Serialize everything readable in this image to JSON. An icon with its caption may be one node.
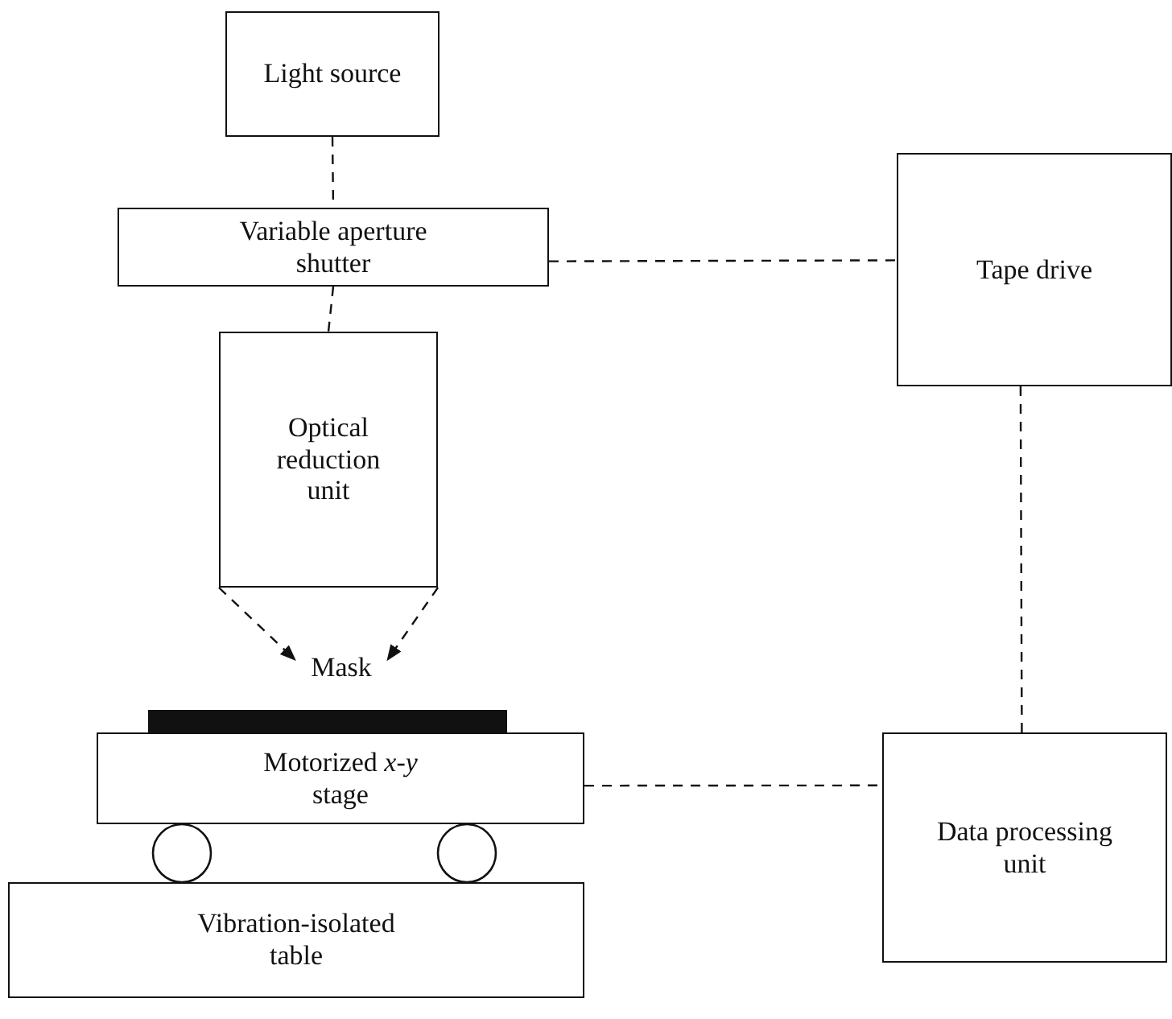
{
  "diagram": {
    "nodes": [
      {
        "text": [
          "Light source"
        ]
      },
      {
        "text": [
          "Variable aperture shutter"
        ]
      },
      {
        "text": [
          "Tape drive"
        ]
      },
      {
        "text": [
          "Optical reduction unit"
        ]
      },
      {
        "text": [
          "Mask"
        ]
      },
      {
        "text": [
          "Motorized *x*-*y* stage"
        ]
      },
      {
        "text": [
          "Data processing unit"
        ]
      },
      {
        "text": [
          "Vibration-isolated table"
        ]
      },
      {
        "text": [],
        "shape": "bar"
      }
    ],
    "edges": [
      {
        "from": 0,
        "to": 1,
        "arrow": "none",
        "style": "dashed"
      },
      {
        "from": 1,
        "to": 3,
        "arrow": "none",
        "style": "dashed"
      },
      {
        "from": 1,
        "to": 2,
        "arrow": "none",
        "style": "dashed"
      },
      {
        "from": 2,
        "to": 6,
        "arrow": "none",
        "style": "dashed"
      },
      {
        "from": 3,
        "to": 4,
        "arrow": "to",
        "style": "dashed"
      },
      {
        "from": 3,
        "to": 4,
        "arrow": "to",
        "style": "dashed"
      },
      {
        "from": 5,
        "to": 6,
        "arrow": "none",
        "style": "dashed"
      }
    ]
  }
}
